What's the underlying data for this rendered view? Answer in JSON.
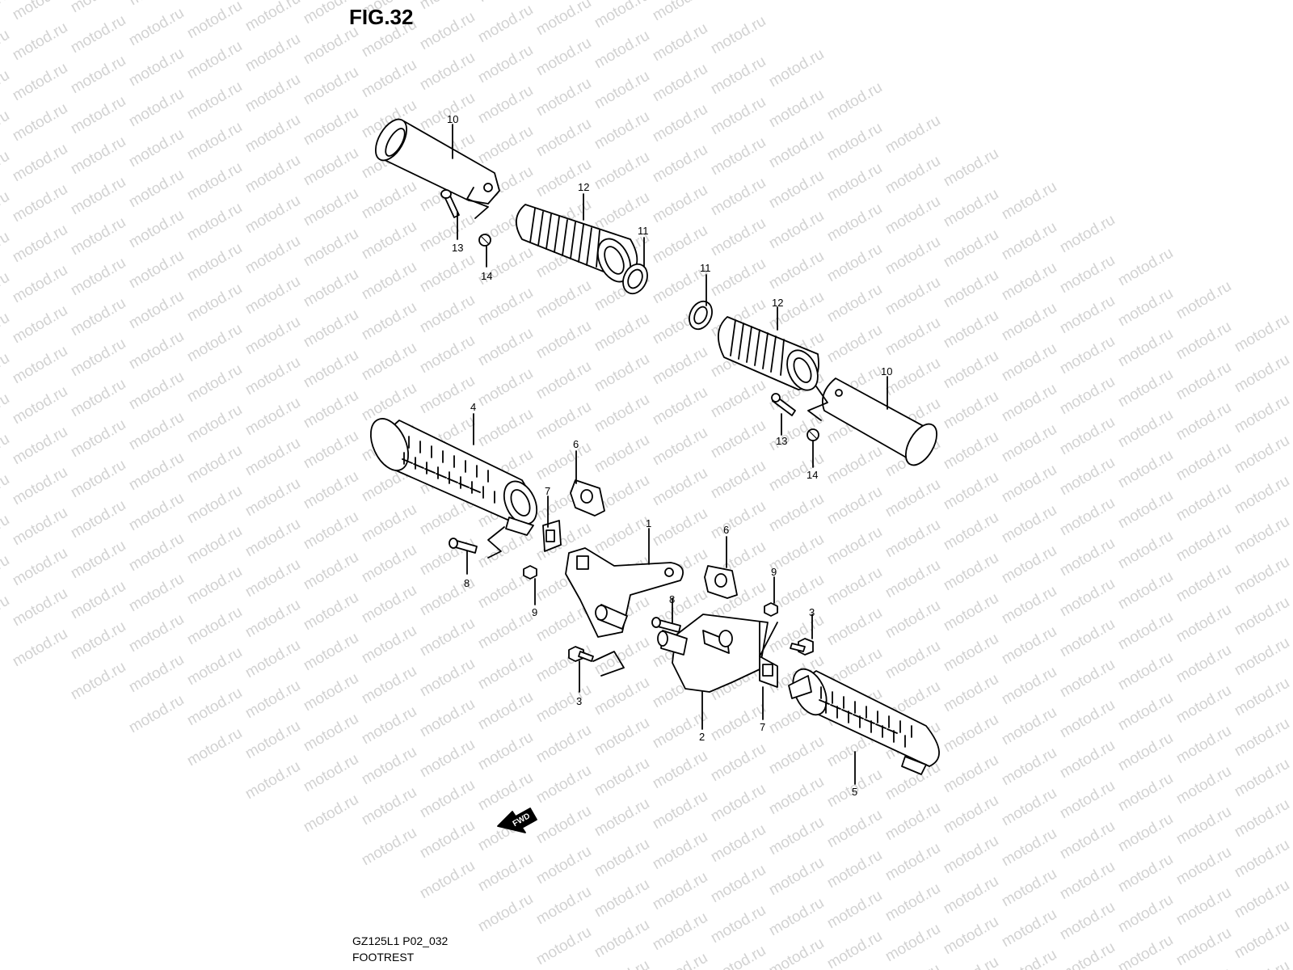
{
  "figure": {
    "title": "FIG.32",
    "code": "GZ125L1 P02_032",
    "name": "FOOTREST",
    "watermark": "motod.ru",
    "direction_label": "FWD",
    "direction_icon": "left-arrow-icon"
  },
  "callouts": {
    "c1": "1",
    "c2": "2",
    "c3a": "3",
    "c3b": "3",
    "c4": "4",
    "c5": "5",
    "c6a": "6",
    "c6b": "6",
    "c7a": "7",
    "c7b": "7",
    "c8a": "8",
    "c8b": "8",
    "c9a": "9",
    "c9b": "9",
    "c10a": "10",
    "c10b": "10",
    "c11a": "11",
    "c11b": "11",
    "c12a": "12",
    "c12b": "12",
    "c13a": "13",
    "c13b": "13",
    "c14a": "14",
    "c14b": "14"
  },
  "colors": {
    "line": "#000000",
    "background": "#ffffff",
    "watermark": "#d2d2d2"
  }
}
